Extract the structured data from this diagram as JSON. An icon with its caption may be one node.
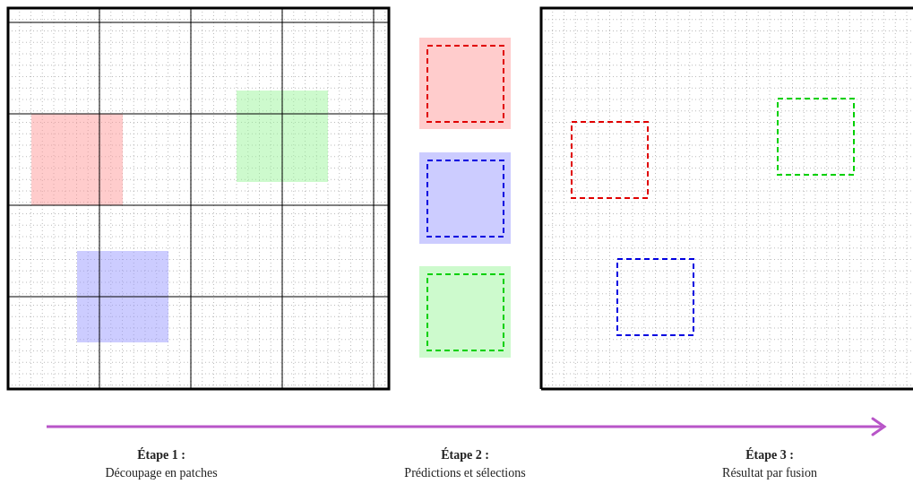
{
  "diagram": {
    "labels": [
      "Étape 1 :",
      "Découpage en patches",
      "Étape 2 :",
      "Prédictions et sélections",
      "Étape 3 :",
      "Résultat par fusion"
    ]
  }
}
